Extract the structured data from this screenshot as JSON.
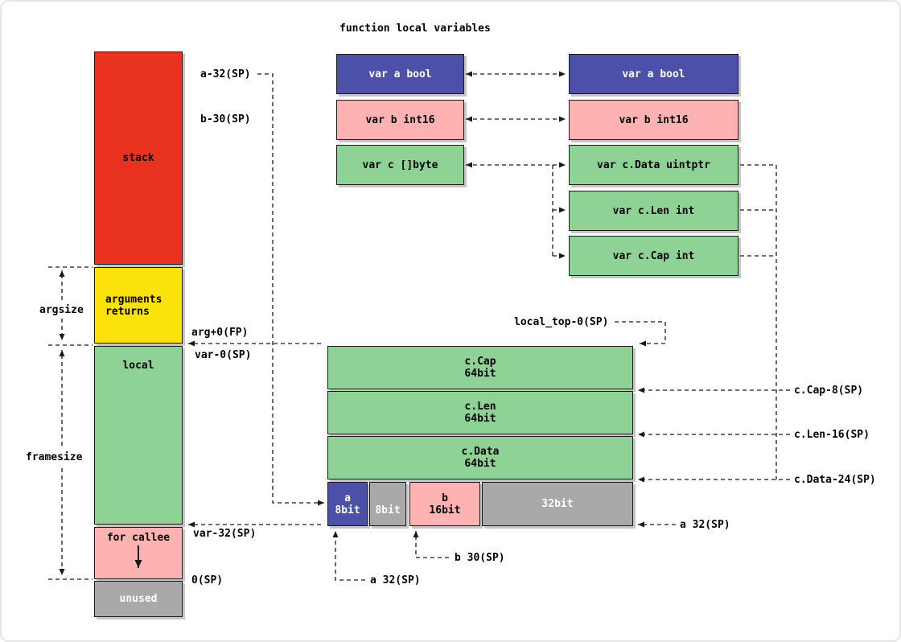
{
  "title": "function local variables",
  "colors": {
    "red": "#e8311f",
    "yellow": "#fbe20b",
    "green": "#8fd295",
    "pink": "#ffb2b2",
    "blue": "#4c50a8",
    "gray": "#a9a9a9"
  },
  "stack_column": {
    "stack": "stack",
    "arguments_line1": "arguments",
    "arguments_line2": "returns",
    "local": "local",
    "for_callee": "for callee",
    "unused": "unused"
  },
  "measures": {
    "argsize": "argsize",
    "framesize": "framesize"
  },
  "offset_labels": {
    "a": "a-32(SP)",
    "b": "b-30(SP)",
    "arg_fp": "arg+0(FP)",
    "var_top": "var-0(SP)",
    "var_bottom": "var-32(SP)",
    "sp_zero": "0(SP)",
    "local_top": "local_top-0(SP)",
    "c_cap": "c.Cap-8(SP)",
    "c_len": "c.Len-16(SP)",
    "c_data": "c.Data-24(SP)",
    "a_right": "a 32(SP)",
    "b_bottom": "b 30(SP)",
    "a_bottom": "a 32(SP)"
  },
  "declarations": [
    {
      "label": "var a bool"
    },
    {
      "label": "var b int16"
    },
    {
      "label": "var c []byte"
    }
  ],
  "expanded": [
    {
      "label": "var a bool"
    },
    {
      "label": "var b int16"
    },
    {
      "label": "var c.Data uintptr"
    },
    {
      "label": "var c.Len int"
    },
    {
      "label": "var c.Cap int"
    }
  ],
  "memory_rows": [
    {
      "name": "c.Cap",
      "size": "64bit"
    },
    {
      "name": "c.Len",
      "size": "64bit"
    },
    {
      "name": "c.Data",
      "size": "64bit"
    }
  ],
  "memory_bottom": [
    {
      "name": "a",
      "size": "8bit"
    },
    {
      "name": "",
      "size": "8bit"
    },
    {
      "name": "b",
      "size": "16bit"
    },
    {
      "name": "",
      "size": "32bit"
    }
  ]
}
